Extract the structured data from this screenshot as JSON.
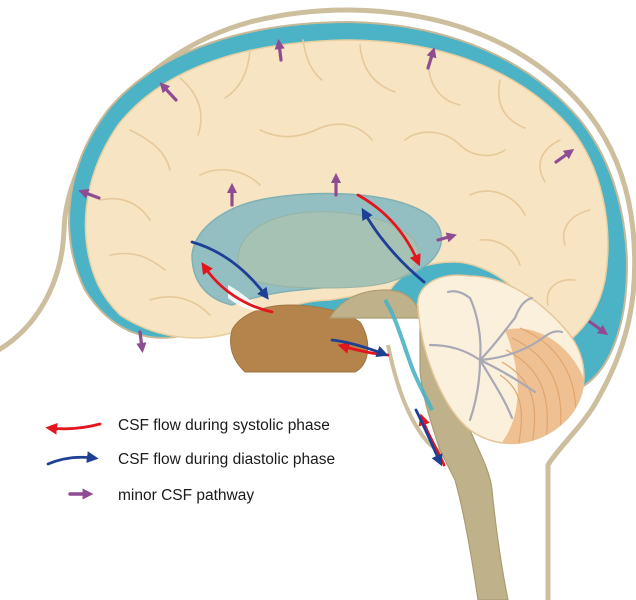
{
  "diagram": {
    "subject": "Sagittal section of the head showing cerebrospinal fluid (CSF) flow",
    "colors": {
      "systolic": "#e3161e",
      "diastolic": "#1d3f95",
      "minor": "#8e4c93",
      "csf": "#4bb3c5",
      "brain": "#f7e4c2",
      "outline": "#cdbe9e",
      "brainstem": "#bfb189",
      "cerebellum": "#fbf0dc",
      "cerebellum_folia": "#efc091",
      "diencephalon": "#b5844c"
    },
    "legend": [
      {
        "key": "systolic",
        "icon": "red-curved-arrow-icon",
        "label": "CSF flow during systolic phase"
      },
      {
        "key": "diastolic",
        "icon": "blue-curved-arrow-icon",
        "label": "CSF flow during diastolic phase"
      },
      {
        "key": "minor",
        "icon": "purple-arrow-icon",
        "label": "minor CSF pathway"
      }
    ]
  }
}
